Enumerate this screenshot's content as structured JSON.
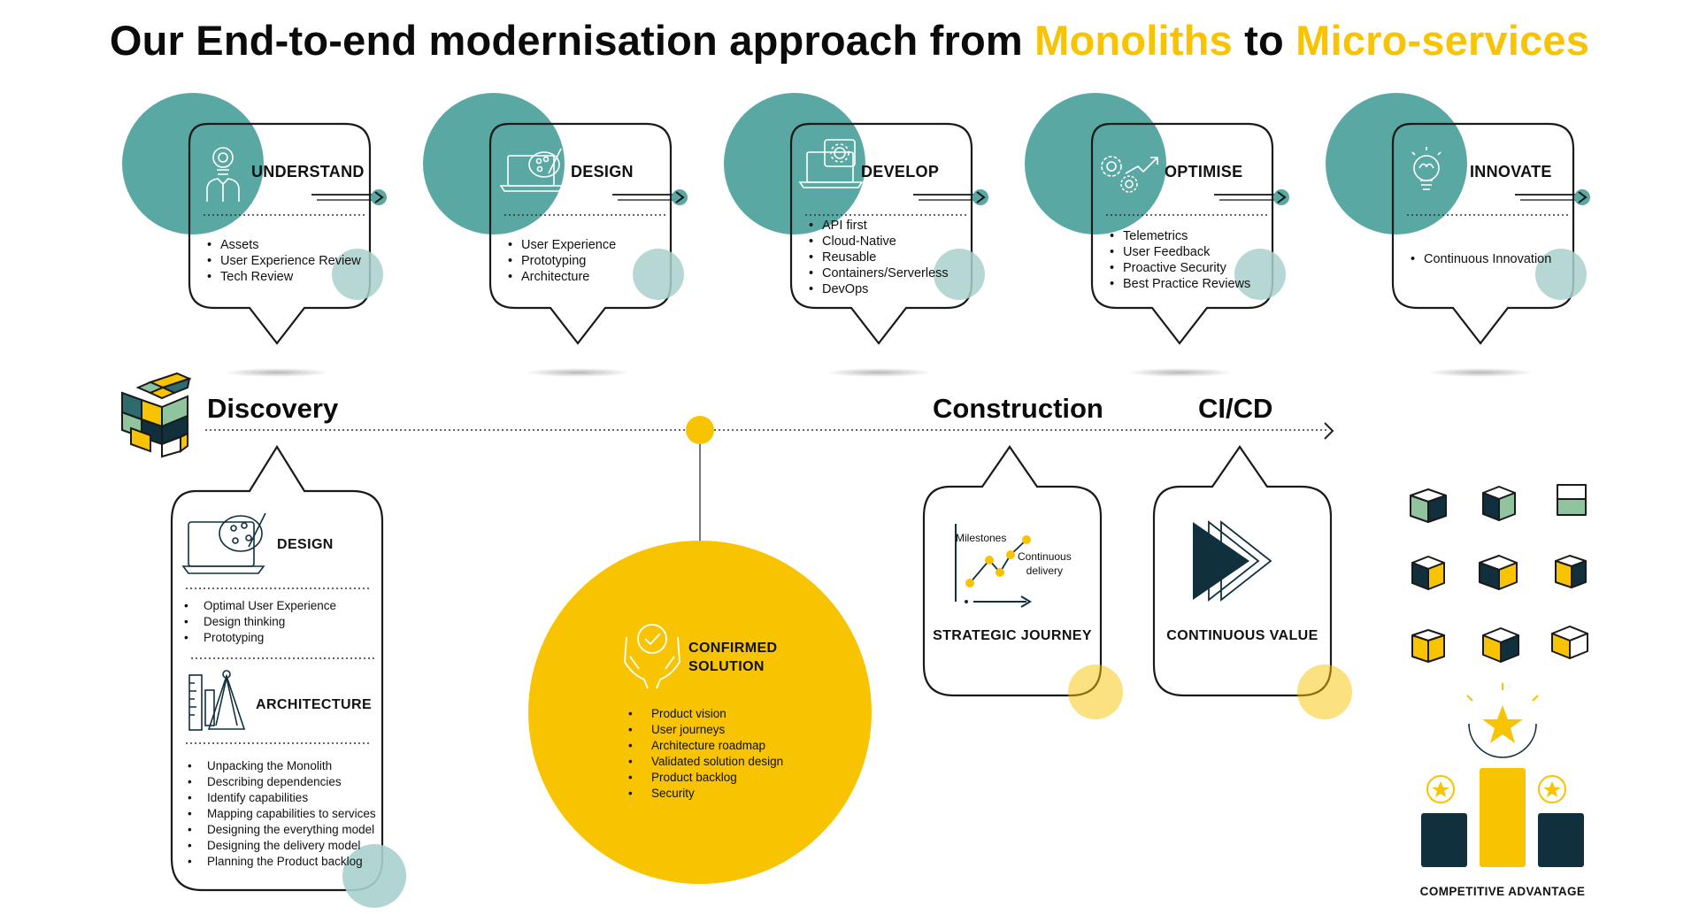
{
  "title": {
    "part1": "Our End-to-end modernisation approach from ",
    "highlight1": "Monoliths",
    "part2": " to ",
    "highlight2": "Micro-services"
  },
  "colors": {
    "accent_yellow": "#f8c300",
    "teal": "#5aa8a3",
    "teal_light": "#a9d0cd",
    "navy": "#10303e",
    "outline": "#222222",
    "green_face": "#8fc49e"
  },
  "top_cards": [
    {
      "title": "UNDERSTAND",
      "icon": "lightbulb-person-icon",
      "items": [
        "Assets",
        "User Experience Review",
        "Tech Review"
      ]
    },
    {
      "title": "DESIGN",
      "icon": "laptop-palette-icon",
      "items": [
        "User Experience",
        "Prototyping",
        "Architecture"
      ]
    },
    {
      "title": "DEVELOP",
      "icon": "laptop-gear-icon",
      "items": [
        "API first",
        "Cloud-Native",
        "Reusable",
        "Containers/Serverless",
        "DevOps"
      ]
    },
    {
      "title": "OPTIMISE",
      "icon": "gears-chart-icon",
      "items": [
        "Telemetrics",
        "User Feedback",
        "Proactive Security",
        "Best Practice Reviews"
      ]
    },
    {
      "title": "INNOVATE",
      "icon": "lightbulb-brain-icon",
      "items": [
        "Continuous Innovation"
      ]
    }
  ],
  "phases": {
    "discovery": "Discovery",
    "construction": "Construction",
    "cicd": "CI/CD"
  },
  "discovery_card": {
    "design": {
      "title": "DESIGN",
      "icon": "laptop-palette-icon",
      "items": [
        "Optimal User Experience",
        "Design thinking",
        "Prototyping"
      ]
    },
    "architecture": {
      "title": "ARCHITECTURE",
      "icon": "drafting-tools-icon",
      "items": [
        "Unpacking the Monolith",
        "Describing dependencies",
        "Identify capabilities",
        "Mapping capabilities to services",
        "Designing the everything model",
        "Designing the delivery model",
        "Planning the Product backlog"
      ]
    }
  },
  "confirmed": {
    "title_line1": "CONFIRMED",
    "title_line2": "SOLUTION",
    "icon": "hands-check-icon",
    "items": [
      "Product vision",
      "User journeys",
      "Architecture roadmap",
      "Validated solution design",
      "Product backlog",
      "Security"
    ]
  },
  "strategic": {
    "title": "STRATEGIC JOURNEY",
    "milestones": "Milestones",
    "continuous_line1": "Continuous",
    "continuous_line2": "delivery",
    "icon": "milestone-chart-icon"
  },
  "continuous_value": {
    "title": "CONTINUOUS VALUE",
    "icon": "fast-forward-icon"
  },
  "competitive": {
    "title": "COMPETITIVE ADVANTAGE",
    "icon": "podium-stars-icon"
  }
}
